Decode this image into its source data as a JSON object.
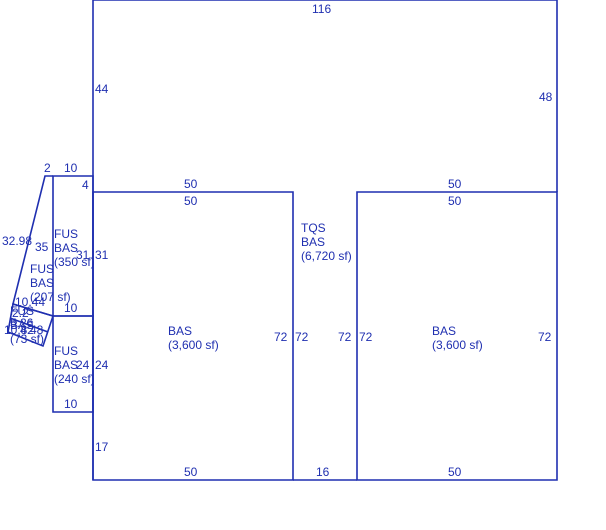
{
  "colors": {
    "line": "#1f2fb0",
    "background": "#ffffff"
  },
  "dimensions": {
    "top_width": "116",
    "top_left_height": "44",
    "top_right_height": "48",
    "bas_left_top_outer": "50",
    "bas_left_top_inner": "50",
    "bas_right_top_outer": "50",
    "bas_right_top_inner": "50",
    "bas_left_left": "72",
    "bas_left_right": "72",
    "bas_right_left": "72",
    "bas_right_right": "72",
    "bas_left_bottom": "50",
    "bas_right_bottom": "50",
    "gap_bottom": "16",
    "left_lower": "17",
    "fus1_top": "10",
    "fus1_left": "35",
    "fus1_right_a": "31",
    "fus1_right_b": "31",
    "fus1_bottom": "10",
    "fus2_right_a": "24",
    "fus2_right_b": "24",
    "fus2_bottom": "10",
    "small_4": "4",
    "small_2": "2",
    "diag": "32.98",
    "tiny_a": "10.44",
    "tiny_b": "2.2",
    "tiny_c": "5.26",
    "tiny_d": "10.82",
    "tiny_e": "4.48"
  },
  "areas": {
    "tqs": {
      "code": "TQS",
      "sub": "BAS",
      "size": "(6,720 sf)"
    },
    "bas_left": {
      "code": "BAS",
      "size": "(3,600 sf)"
    },
    "bas_right": {
      "code": "BAS",
      "size": "(3,600 sf)"
    },
    "fus_upper": {
      "code": "FUS",
      "sub": "BAS",
      "size": "(350 sf)"
    },
    "fus_mid": {
      "code": "FUS",
      "sub": "BAS",
      "size": "(207 sf)"
    },
    "fus_lower": {
      "code": "FUS",
      "sub": "BAS",
      "size": "(240 sf)"
    },
    "fus_small": {
      "code": "FUS",
      "sub": "BAS",
      "size": "(73 sf)"
    }
  }
}
